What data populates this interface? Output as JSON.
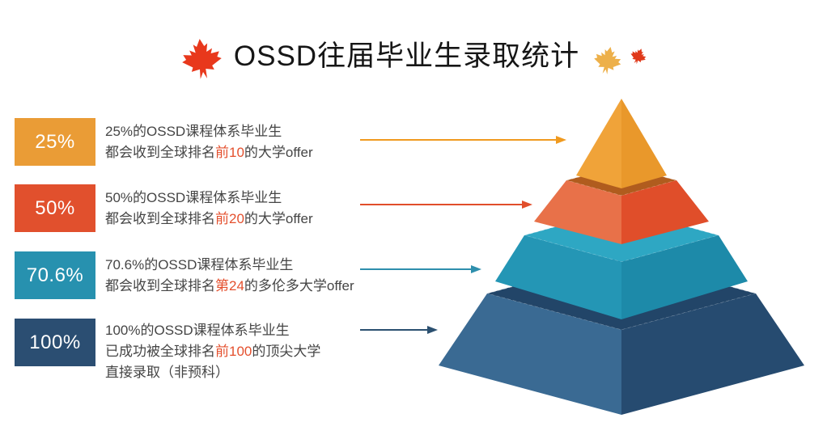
{
  "header": {
    "title": "OSSD往届毕业生录取统计",
    "leaf_left_color": "#E8381C",
    "leaf_right_large_color": "#EDB04A",
    "leaf_right_small_color": "#E0391A"
  },
  "styles": {
    "background": "#FFFFFF",
    "title_color": "#161616",
    "desc_text_color": "#454545",
    "highlight_color": "#E4502E",
    "badge_text_color": "#FFFFFF"
  },
  "tiers": [
    {
      "percent": "25%",
      "badge_color": "#EA9C36",
      "arrow_color": "#F09A1F",
      "line1": "25%的OSSD课程体系毕业生",
      "line2_pre": "都会收到全球排名",
      "line2_hl": "前10",
      "line2_post": "的大学offer",
      "pyramid_faces": {
        "left": "#F0A339",
        "right": "#E9982B"
      }
    },
    {
      "percent": "50%",
      "badge_color": "#E1502D",
      "arrow_color": "#E14E2B",
      "line1": "50%的OSSD课程体系毕业生",
      "line2_pre": "都会收到全球排名",
      "line2_hl": "前20",
      "line2_post": "的大学offer",
      "pyramid_faces": {
        "rim": "#B05C1E",
        "left": "#E87149",
        "right": "#E04E2A"
      }
    },
    {
      "percent": "70.6%",
      "badge_color": "#2791AF",
      "arrow_color": "#2E8FAD",
      "line1": "70.6%的OSSD课程体系毕业生",
      "line2_pre": "都会收到全球排名",
      "line2_hl": "第24",
      "line2_post": "的多伦多大学offer",
      "pyramid_faces": {
        "rim": "#2EA7C3",
        "left": "#2496B5",
        "right": "#1D8AA9"
      }
    },
    {
      "percent": "100%",
      "badge_color": "#2B4E72",
      "arrow_color": "#2B5070",
      "line1": "100%的OSSD课程体系毕业生",
      "line2_pre": "已成功被全球排名",
      "line2_hl": "前100",
      "line2_post": "的顶尖大学",
      "line3": "直接录取（非预科）",
      "pyramid_faces": {
        "rim": "#224568",
        "left": "#3A6A93",
        "right": "#264B70"
      }
    }
  ]
}
